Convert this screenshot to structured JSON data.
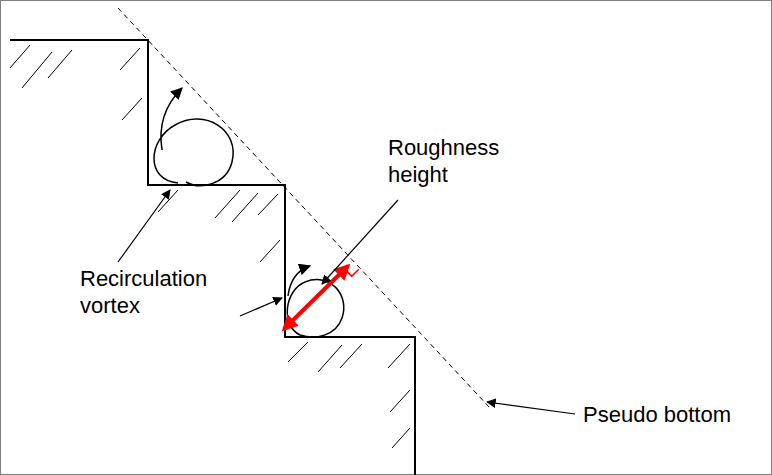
{
  "diagram": {
    "labels": [
      "Roughness height",
      "Recirculation vortex",
      "Pseudo bottom"
    ]
  }
}
